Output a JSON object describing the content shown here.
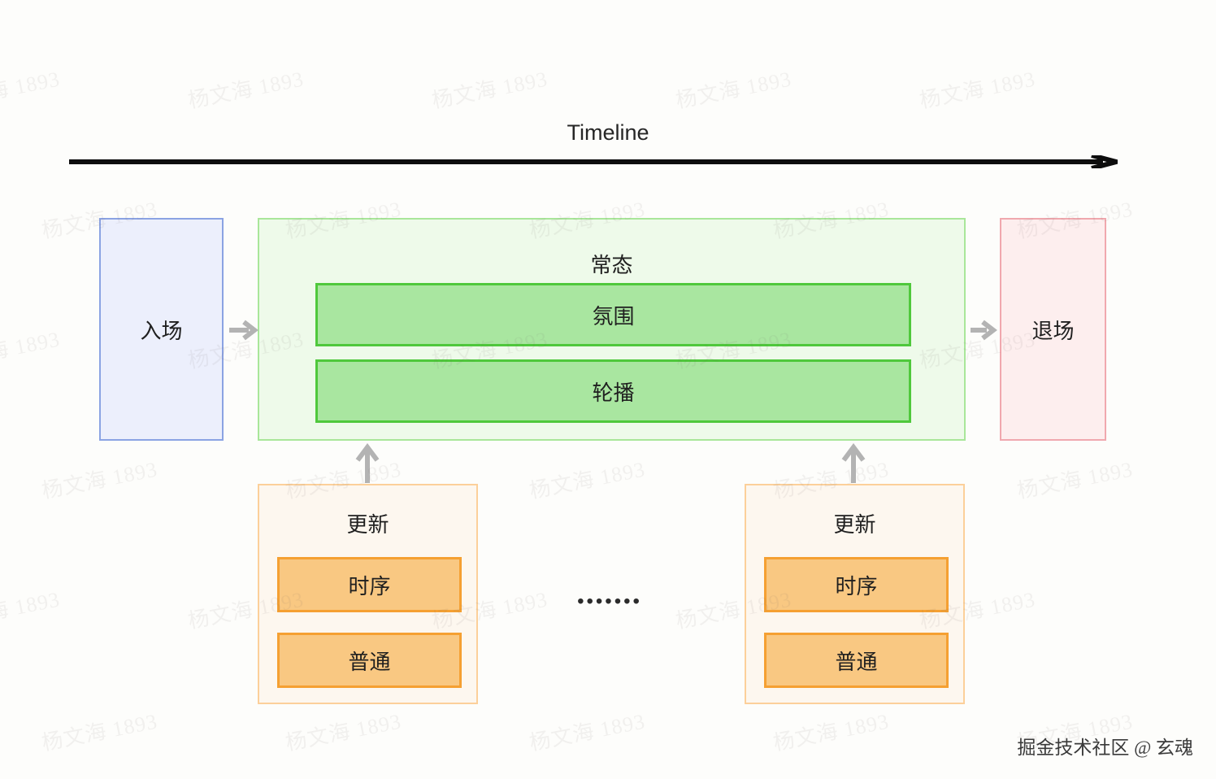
{
  "background_color": "#fdfdfb",
  "timeline": {
    "label": "Timeline",
    "axis_color": "#0d0d0d"
  },
  "nodes": {
    "entry": {
      "label": "入场",
      "fill": "#eceffc",
      "border": "#8ba3e3"
    },
    "exit": {
      "label": "退场",
      "fill": "#fdeeee",
      "border": "#f0a8ae"
    },
    "normal": {
      "label": "常态",
      "fill": "#eefaea",
      "border": "#a9e69a",
      "children": [
        {
          "label": "氛围",
          "fill": "#a9e6a0",
          "border": "#4fc83c"
        },
        {
          "label": "轮播",
          "fill": "#a9e6a0",
          "border": "#4fc83c"
        }
      ]
    },
    "updates": [
      {
        "label": "更新",
        "fill": "#fdf7ef",
        "border": "#fcd09a",
        "children": [
          {
            "label": "时序",
            "fill": "#f9c882",
            "border": "#f5a032"
          },
          {
            "label": "普通",
            "fill": "#f9c882",
            "border": "#f5a032"
          }
        ]
      },
      {
        "label": "更新",
        "fill": "#fdf7ef",
        "border": "#fcd09a",
        "children": [
          {
            "label": "时序",
            "fill": "#f9c882",
            "border": "#f5a032"
          },
          {
            "label": "普通",
            "fill": "#f9c882",
            "border": "#f5a032"
          }
        ]
      }
    ]
  },
  "ellipsis": "•••••••",
  "connector_color": "#b3b3b3",
  "attribution": "掘金技术社区 @ 玄魂",
  "watermark": {
    "text": "杨文海 1893",
    "color": "rgba(120,110,100,0.085)"
  }
}
